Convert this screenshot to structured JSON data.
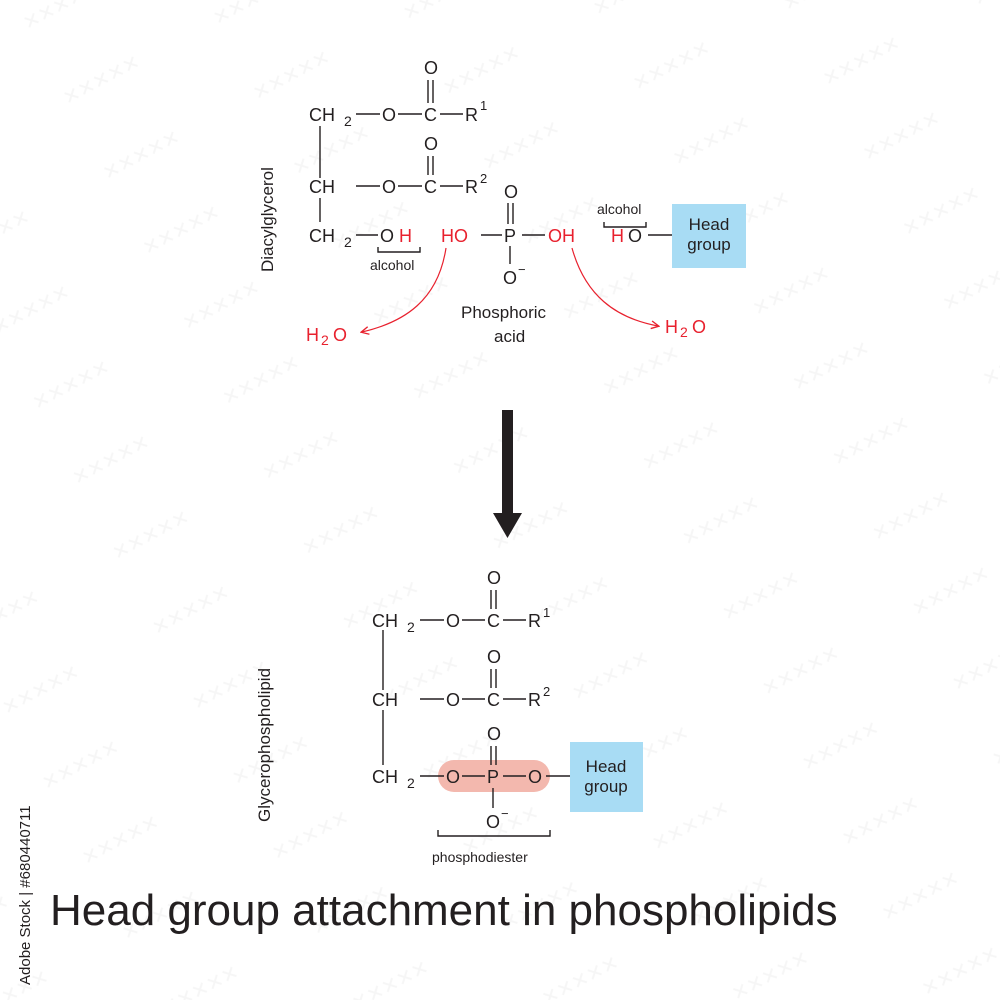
{
  "top": {
    "side_label": "Diacylglycerol",
    "row1": {
      "ch": "CH",
      "sub": "2",
      "o": "O",
      "c": "C",
      "r": "R",
      "sup": "1",
      "dbl_o": "O"
    },
    "row2": {
      "ch": "CH",
      "o": "O",
      "c": "C",
      "r": "R",
      "sup": "2",
      "dbl_o": "O"
    },
    "row3": {
      "ch": "CH",
      "sub": "2",
      "o": "O",
      "h": "H"
    },
    "alcohol_label_left": "alcohol",
    "phosphoric": {
      "ho": "HO",
      "p": "P",
      "oh": "OH",
      "top_o": "O",
      "bottom_o": "O",
      "charge": "−"
    },
    "phosphoric_label_1": "Phosphoric",
    "phosphoric_label_2": "acid",
    "water_left": {
      "h": "H",
      "sub": "2",
      "o": "O"
    },
    "water_right": {
      "h": "H",
      "sub": "2",
      "o": "O"
    },
    "alcohol_label_right": "alcohol",
    "head_alcohol": {
      "h": "H",
      "o": "O"
    },
    "head_group": {
      "line1": "Head",
      "line2": "group",
      "color": "#a8dcf4"
    }
  },
  "bottom": {
    "side_label": "Glycerophospholipid",
    "row1": {
      "ch": "CH",
      "sub": "2",
      "o": "O",
      "c": "C",
      "r": "R",
      "sup": "1",
      "dbl_o": "O"
    },
    "row2": {
      "ch": "CH",
      "o": "O",
      "c": "C",
      "r": "R",
      "sup": "2",
      "dbl_o": "O"
    },
    "row3": {
      "ch": "CH",
      "sub": "2",
      "o1": "O",
      "p": "P",
      "o2": "O",
      "top_o": "O",
      "bottom_o": "O",
      "charge": "−"
    },
    "phosphodiester_label": "phosphodiester",
    "phosphodiester_color": "#f3b8ae",
    "head_group": {
      "line1": "Head",
      "line2": "group",
      "color": "#a8dcf4"
    }
  },
  "title": "Head group attachment in phospholipids",
  "watermark": "Adobe Stock | #680440711",
  "colors": {
    "accent_red": "#e8212e",
    "text": "#231f20"
  }
}
